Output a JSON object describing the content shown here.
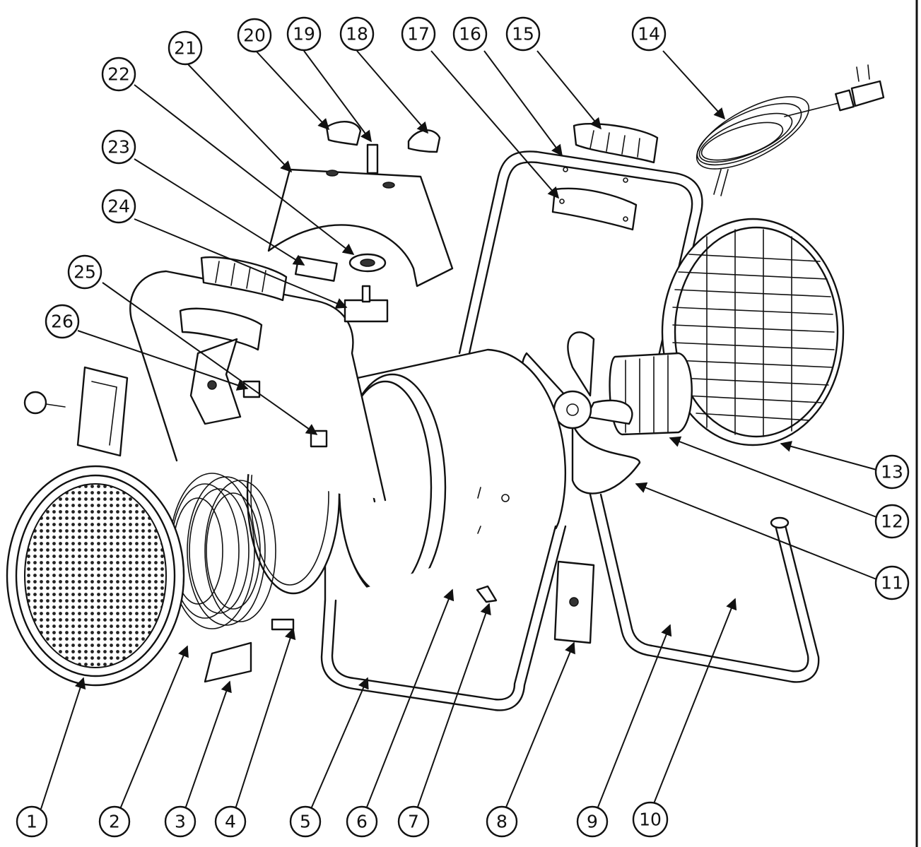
{
  "colors": {
    "line": "#111111",
    "background": "#ffffff"
  },
  "callouts": [
    {
      "number": "1"
    },
    {
      "number": "2"
    },
    {
      "number": "3"
    },
    {
      "number": "4"
    },
    {
      "number": "5"
    },
    {
      "number": "6"
    },
    {
      "number": "7"
    },
    {
      "number": "8"
    },
    {
      "number": "9"
    },
    {
      "number": "10"
    },
    {
      "number": "11"
    },
    {
      "number": "12"
    },
    {
      "number": "13"
    },
    {
      "number": "14"
    },
    {
      "number": "15"
    },
    {
      "number": "16"
    },
    {
      "number": "17"
    },
    {
      "number": "18"
    },
    {
      "number": "19"
    },
    {
      "number": "20"
    },
    {
      "number": "21"
    },
    {
      "number": "22"
    },
    {
      "number": "23"
    },
    {
      "number": "24"
    },
    {
      "number": "25"
    },
    {
      "number": "26"
    }
  ]
}
